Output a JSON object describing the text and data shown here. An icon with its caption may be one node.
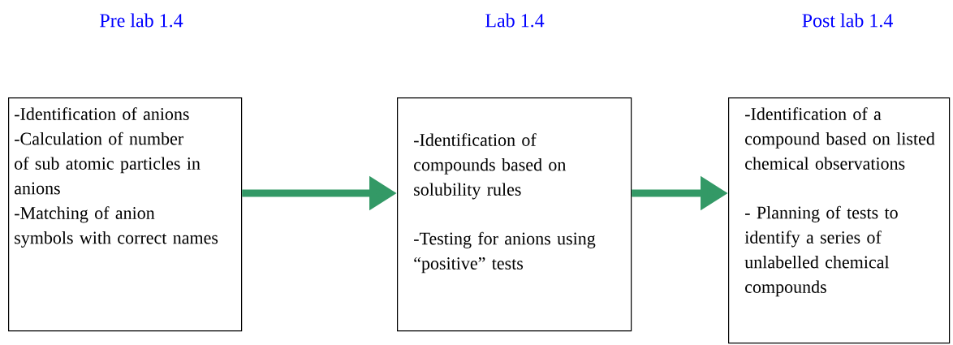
{
  "diagram": {
    "nodes": [
      {
        "text": [
          "Pre lab 1.4",
          "-Identification of anions",
          "-Calculation of number of sub atomic particles in anions",
          "-Matching of anion symbols with correct names"
        ]
      },
      {
        "text": [
          "Lab 1.4",
          "-Identification of compounds based on solubility rules",
          "-Testing for anions using “positive” tests"
        ]
      },
      {
        "text": [
          "Post lab 1.4",
          "-Identification of a compound based on listed chemical observations",
          "- Planning of tests to identify a series of unlabelled chemical compounds"
        ]
      }
    ],
    "edges": [
      {
        "from": 0,
        "to": 1,
        "arrow": "to"
      },
      {
        "from": 1,
        "to": 2,
        "arrow": "to"
      }
    ]
  }
}
